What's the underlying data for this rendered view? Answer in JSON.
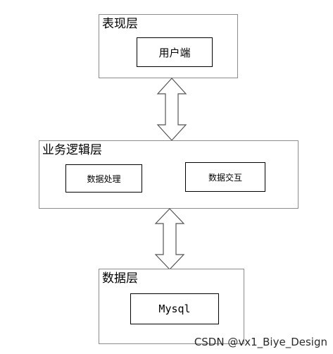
{
  "diagram": {
    "presentation_layer": {
      "title": "表现层",
      "box": "用户端"
    },
    "business_layer": {
      "title": "业务逻辑层",
      "box_left": "数据处理",
      "box_right": "数据交互"
    },
    "data_layer": {
      "title": "数据层",
      "box": "Mysql"
    }
  },
  "watermark": "CSDN @vx1_Biye_Design"
}
